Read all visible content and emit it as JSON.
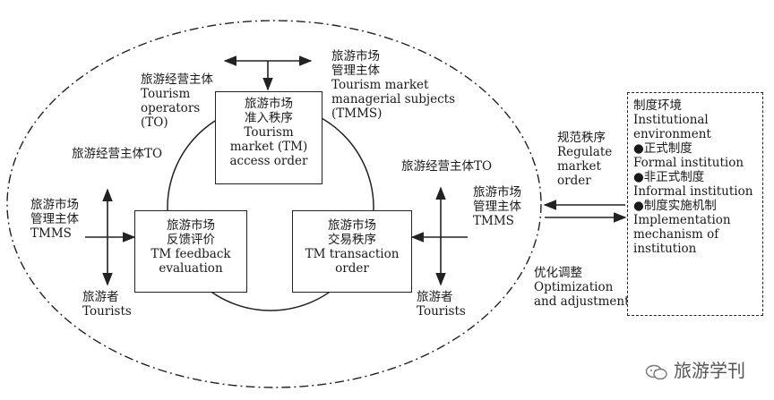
{
  "center_box": {
    "lines": [
      "旅游市场",
      "准入秩序",
      "Tourism",
      "market (TM)",
      "access order"
    ]
  },
  "left_box": {
    "lines": [
      "旅游市场",
      "反馈评价",
      "TM feedback",
      "evaluation"
    ]
  },
  "right_box": {
    "lines": [
      "旅游市场",
      "交易秩序",
      "TM transaction",
      "order"
    ]
  },
  "top_left_label": {
    "lines": [
      "旅游经营主体",
      "Tourism",
      "operators",
      "(TO)"
    ]
  },
  "top_right_label": {
    "lines": [
      "旅游市场",
      "管理主体",
      "Tourism market",
      "managerial subjects",
      "(TMMS)"
    ]
  },
  "mid_left_label": "旅游经营主体TO",
  "mid_right_label": "旅游经营主体TO",
  "left_tmms_label": {
    "lines": [
      "旅游市场",
      "管理主体",
      "TMMS"
    ]
  },
  "right_tmms_label": {
    "lines": [
      "旅游市场",
      "管理主体",
      "TMMS"
    ]
  },
  "left_tourists_label": {
    "lines": [
      "旅游者",
      "Tourists"
    ]
  },
  "right_tourists_label": {
    "lines": [
      "旅游者",
      "Tourists"
    ]
  },
  "regulate_label": {
    "lines": [
      "规范秩序",
      "Regulate",
      "market",
      "order"
    ]
  },
  "optimize_label": {
    "lines": [
      "优化调整",
      "Optimization",
      "and adjustment"
    ]
  },
  "institution_box": {
    "lines": [
      "制度环境",
      "Institutional",
      "environment",
      "●正式制度",
      "Formal institution",
      "●非正式制度",
      "Informal institution",
      "●制度实施机制",
      "Implementation",
      "mechanism of",
      "institution"
    ]
  },
  "watermark": "旅游学刊"
}
